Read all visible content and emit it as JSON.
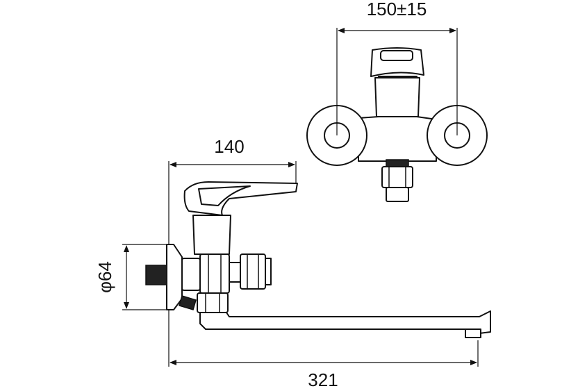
{
  "dimensions": {
    "hole_spacing": "150±15",
    "handle_reach": "140",
    "flange_diameter": "φ64",
    "spout_length": "321"
  },
  "colors": {
    "line": "#111111",
    "background": "#ffffff"
  }
}
